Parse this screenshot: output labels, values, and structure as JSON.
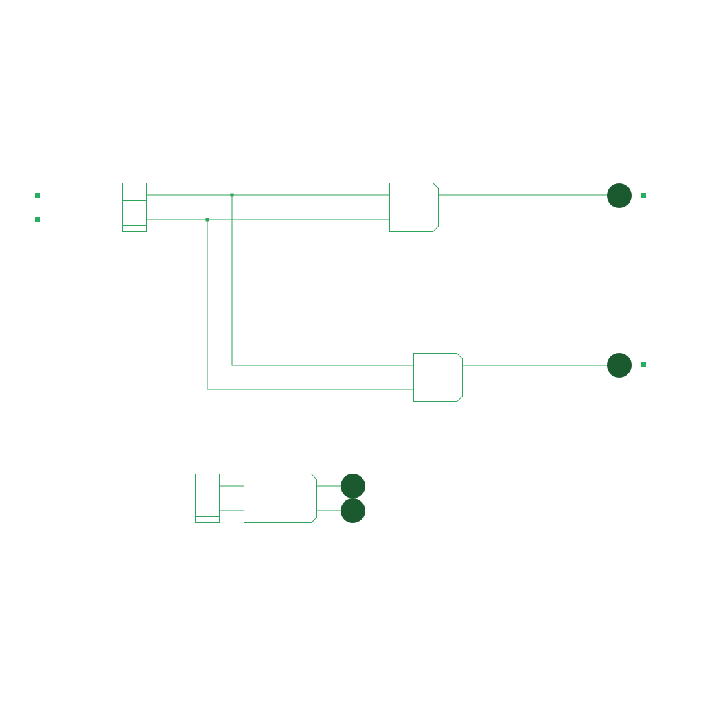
{
  "diagram": {
    "type": "logic-circuit",
    "colors": {
      "background": "#ffffff",
      "wire": "#2fa35a",
      "component_stroke": "#2fa35a",
      "pin_marker": "#27ae60",
      "led": "#1a5a2e"
    },
    "components": [
      {
        "kind": "input-pin",
        "name": "input-pin-a"
      },
      {
        "kind": "input-pin",
        "name": "input-pin-b"
      },
      {
        "kind": "input-block",
        "name": "main-input-block"
      },
      {
        "kind": "gate",
        "name": "gate-top"
      },
      {
        "kind": "gate",
        "name": "gate-bottom"
      },
      {
        "kind": "output-led",
        "name": "output-led-top"
      },
      {
        "kind": "output-led",
        "name": "output-led-bottom"
      },
      {
        "kind": "output-pin",
        "name": "output-pin-top"
      },
      {
        "kind": "output-pin",
        "name": "output-pin-bottom"
      },
      {
        "kind": "input-block",
        "name": "legend-input-block"
      },
      {
        "kind": "gate",
        "name": "legend-gate"
      },
      {
        "kind": "output-led",
        "name": "legend-led-top"
      },
      {
        "kind": "output-led",
        "name": "legend-led-bottom"
      }
    ]
  }
}
